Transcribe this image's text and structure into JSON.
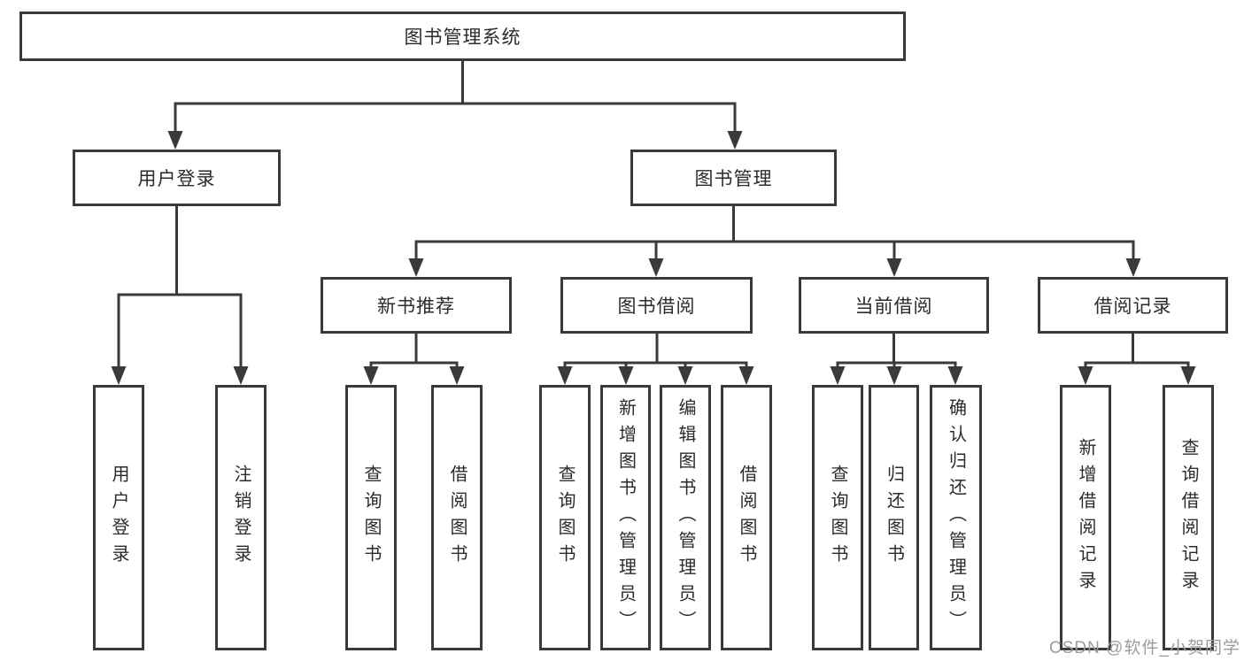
{
  "diagram_type": "hierarchy-tree",
  "tree": {
    "label": "图书管理系统",
    "children": [
      {
        "label": "用户登录",
        "children": [
          {
            "label": "用户登录"
          },
          {
            "label": "注销登录"
          }
        ]
      },
      {
        "label": "图书管理",
        "children": [
          {
            "label": "新书推荐",
            "children": [
              {
                "label": "查询图书"
              },
              {
                "label": "借阅图书"
              }
            ]
          },
          {
            "label": "图书借阅",
            "children": [
              {
                "label": "查询图书"
              },
              {
                "label": "新增图书（管理员）"
              },
              {
                "label": "编辑图书（管理员）"
              },
              {
                "label": "借阅图书"
              }
            ]
          },
          {
            "label": "当前借阅",
            "children": [
              {
                "label": "查询图书"
              },
              {
                "label": "归还图书"
              },
              {
                "label": "确认归还（管理员）"
              }
            ]
          },
          {
            "label": "借阅记录",
            "children": [
              {
                "label": "新增借阅记录"
              },
              {
                "label": "查询借阅记录"
              }
            ]
          }
        ]
      }
    ]
  },
  "watermark": {
    "text": "CSDN @软件_小贺同学"
  },
  "colors": {
    "line": "#3a3a3a",
    "box_border": "#3a3a3a",
    "text": "#2b2b2b",
    "watermark": "#9c9c9c",
    "background": "#ffffff"
  }
}
